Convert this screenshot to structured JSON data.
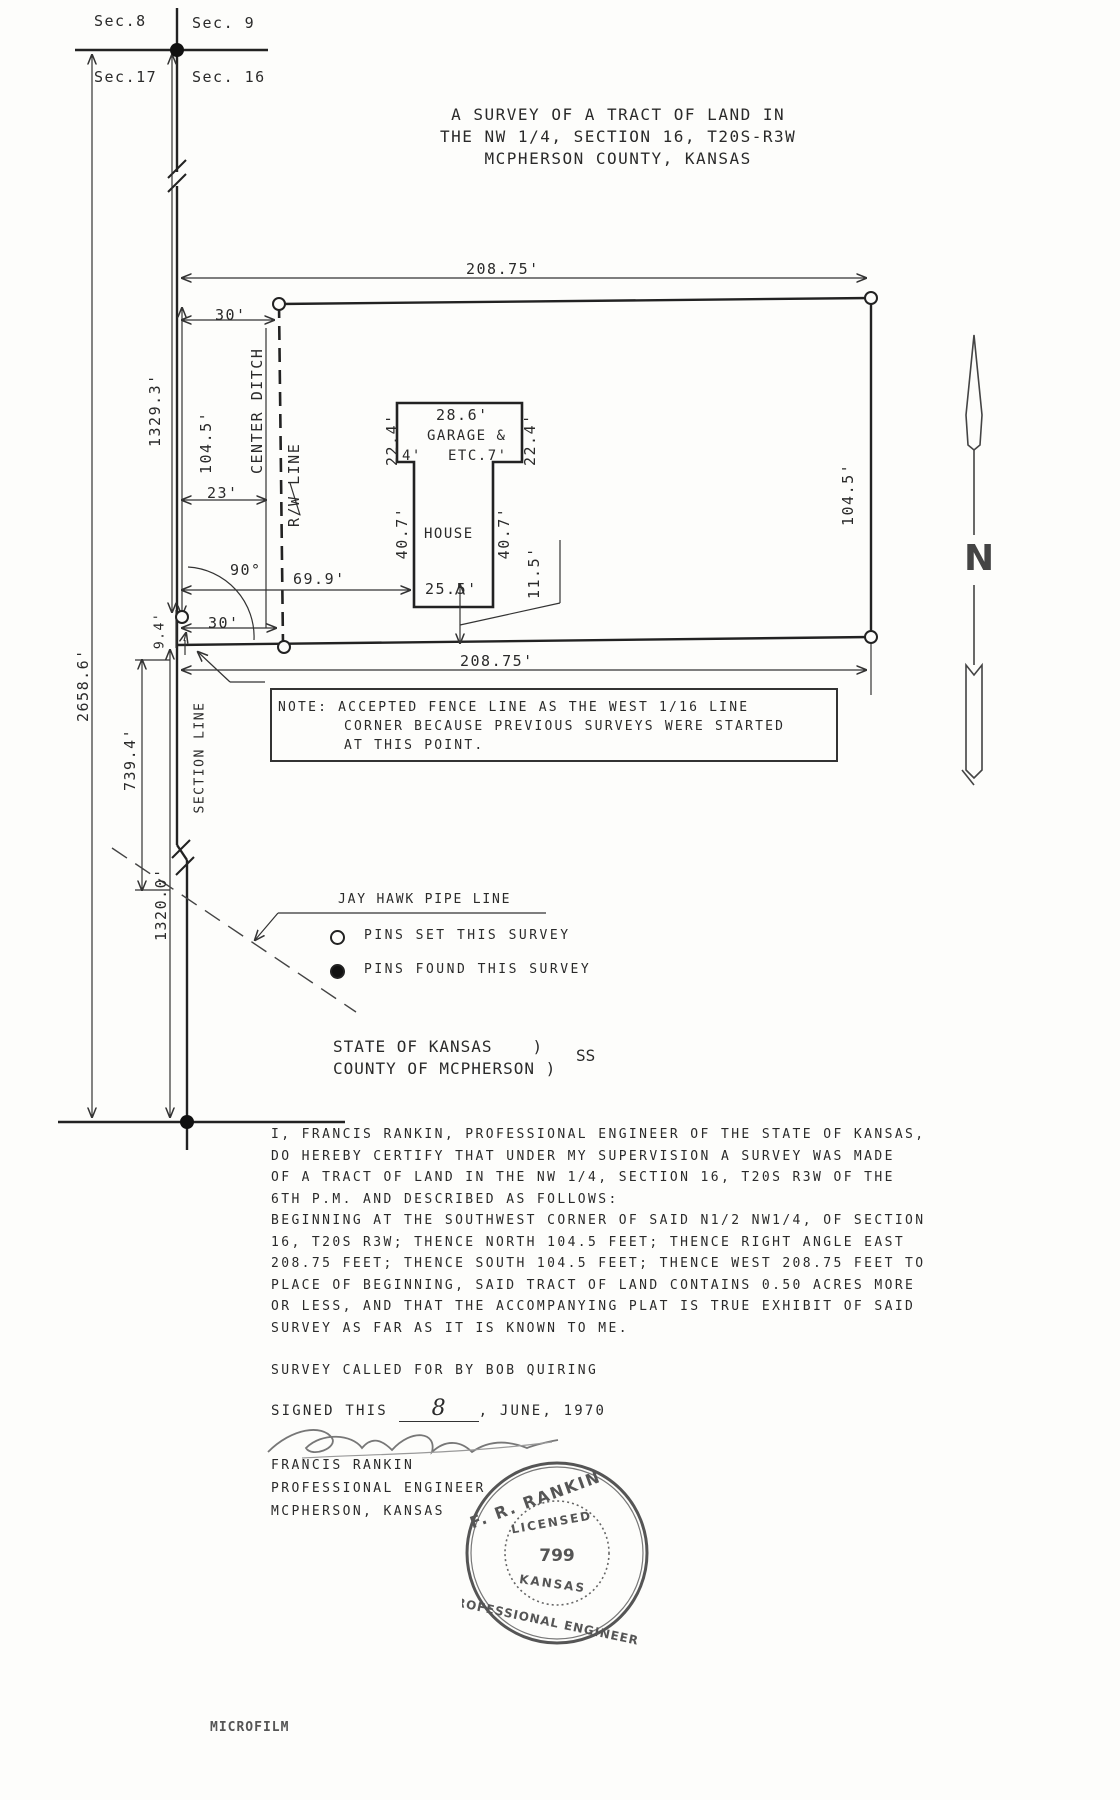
{
  "sections": {
    "top_left": "Sec.8",
    "top_right": "Sec. 9",
    "mid_left": "Sec.17",
    "mid_right": "Sec. 16"
  },
  "title": {
    "line1": "A SURVEY OF A TRACT OF LAND IN",
    "line2": "THE NW 1/4, SECTION 16, T20S-R3W",
    "line3": "MCPHERSON COUNTY, KANSAS"
  },
  "dimensions": {
    "top_width": "208.75'",
    "bottom_width": "208.75'",
    "left_offset_top": "30'",
    "left_offset_bottom": "30'",
    "ditch_offset": "23'",
    "house_offset": "69.9'",
    "angle": "90°",
    "west_side": "104.5'",
    "east_side": "104.5'",
    "north_to_corner": "1329.3'",
    "full_section": "2658.6'",
    "south_segment": "739.4'",
    "quarter_line": "1320.0'",
    "fence_gap": "9.4'"
  },
  "building": {
    "garage_width": "28.6'",
    "garage_left": "22.4'",
    "garage_right": "22.4'",
    "garage_label_1": "GARAGE &",
    "garage_label_2_left": "4'",
    "garage_label_2_right": "ETC.7'",
    "house_label": "HOUSE",
    "house_left": "40.7'",
    "house_right": "40.7'",
    "house_width": "25.5'",
    "house_setback": "11.5'"
  },
  "labels": {
    "center_ditch": "CENTER DITCH",
    "rw_line": "R/W LINE",
    "section_line": "SECTION LINE",
    "north": "N"
  },
  "note": {
    "line1": "NOTE: ACCEPTED FENCE LINE AS THE WEST 1/16 LINE",
    "line2": "CORNER BECAUSE PREVIOUS SURVEYS WERE STARTED",
    "line3": "AT THIS POINT."
  },
  "legend": {
    "pipeline": "JAY HAWK PIPE LINE",
    "pins_set": "PINS SET THIS SURVEY",
    "pins_found": "PINS FOUND THIS SURVEY"
  },
  "jurisdiction": {
    "state": "STATE OF KANSAS",
    "county": "COUNTY OF MCPHERSON",
    "paren1": ")",
    "paren2": ")",
    "ss": "SS"
  },
  "certificate": [
    "I, FRANCIS RANKIN, PROFESSIONAL ENGINEER OF THE STATE OF KANSAS,",
    "DO HEREBY CERTIFY THAT UNDER MY SUPERVISION A SURVEY WAS MADE",
    "OF A TRACT OF LAND IN THE NW 1/4, SECTION 16, T20S R3W OF THE",
    "6TH P.M. AND DESCRIBED AS FOLLOWS:",
    "BEGINNING AT THE SOUTHWEST CORNER OF SAID N1/2 NW1/4, OF SECTION",
    "16, T20S R3W; THENCE NORTH 104.5 FEET; THENCE RIGHT ANGLE EAST",
    "208.75 FEET; THENCE SOUTH 104.5 FEET; THENCE WEST 208.75 FEET TO",
    "PLACE OF BEGINNING, SAID TRACT OF LAND CONTAINS 0.50 ACRES MORE",
    "OR LESS, AND THAT THE ACCOMPANYING PLAT IS TRUE EXHIBIT OF SAID",
    "SURVEY AS FAR AS IT IS KNOWN TO ME."
  ],
  "survey_called": "SURVEY CALLED FOR BY BOB QUIRING",
  "signed": {
    "prefix": "SIGNED THIS",
    "day": "8",
    "suffix": ", JUNE, 1970"
  },
  "signature": "F.R. Rankin",
  "engineer": {
    "name": "FRANCIS RANKIN",
    "title": "PROFESSIONAL ENGINEER",
    "location": "MCPHERSON, KANSAS"
  },
  "seal": {
    "top": "F. R. RANKIN",
    "licensed": "LICENSED",
    "number": "799",
    "state": "KANSAS",
    "bottom": "PROFESSIONAL ENGINEER"
  },
  "microfilm": "MICROFILM"
}
